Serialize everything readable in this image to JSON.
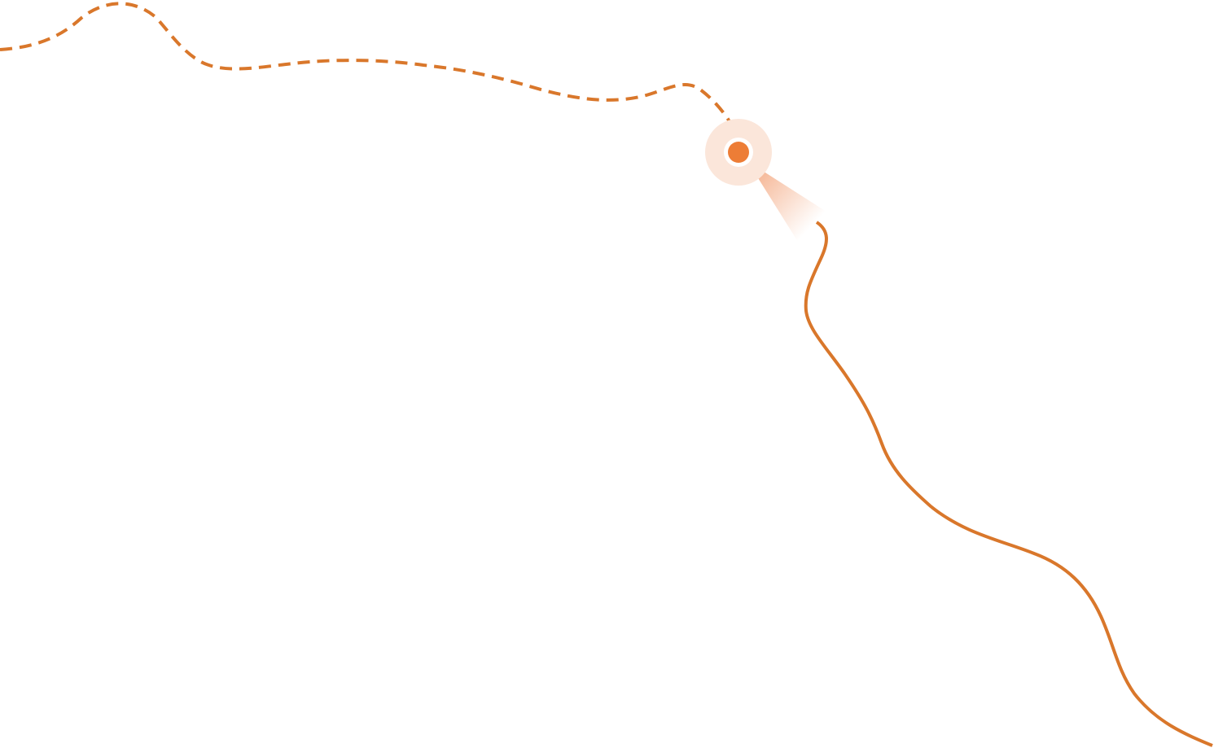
{
  "map": {
    "background_color": "#ffffff",
    "route_color": "#d9772b",
    "marker_color": "#ed7d36",
    "marker_halo_color": "#fbe6da",
    "heading_cone_color": "#f3a57c",
    "traveled_route": {
      "style": "dashed",
      "icon": "dashed-route-line"
    },
    "remaining_route": {
      "style": "solid",
      "icon": "solid-route-line"
    },
    "current_location": {
      "icon": "location-dot-icon",
      "heading_icon": "heading-cone-icon",
      "heading": "southeast"
    }
  }
}
